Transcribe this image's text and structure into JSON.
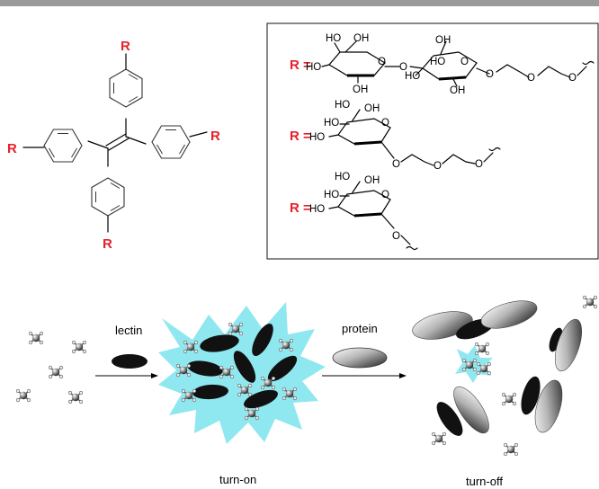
{
  "molecule": {
    "substituent_label": "R"
  },
  "definitions": {
    "r_equals": "R =",
    "groups": [
      {
        "oh_labels": [
          "HO",
          "OH",
          "HO",
          "OH",
          "HO",
          "OH",
          "HO",
          "OH"
        ],
        "o_labels": [
          "O",
          "O",
          "O",
          "O",
          "O",
          "O"
        ]
      },
      {
        "oh_labels": [
          "HO",
          "OH",
          "HO",
          "HO"
        ],
        "o_labels": [
          "O",
          "O",
          "O",
          "O"
        ]
      },
      {
        "oh_labels": [
          "HO",
          "OH",
          "HO",
          "HO"
        ],
        "o_labels": [
          "O",
          "O"
        ]
      }
    ]
  },
  "process": {
    "step1_label": "lectin",
    "step2_label": "protein",
    "state1_label": "turn-on",
    "state2_label": "turn-off"
  },
  "colors": {
    "substituent": "#e8202a",
    "glow": "#8fe8f0",
    "divider": "#9a9a9a"
  }
}
